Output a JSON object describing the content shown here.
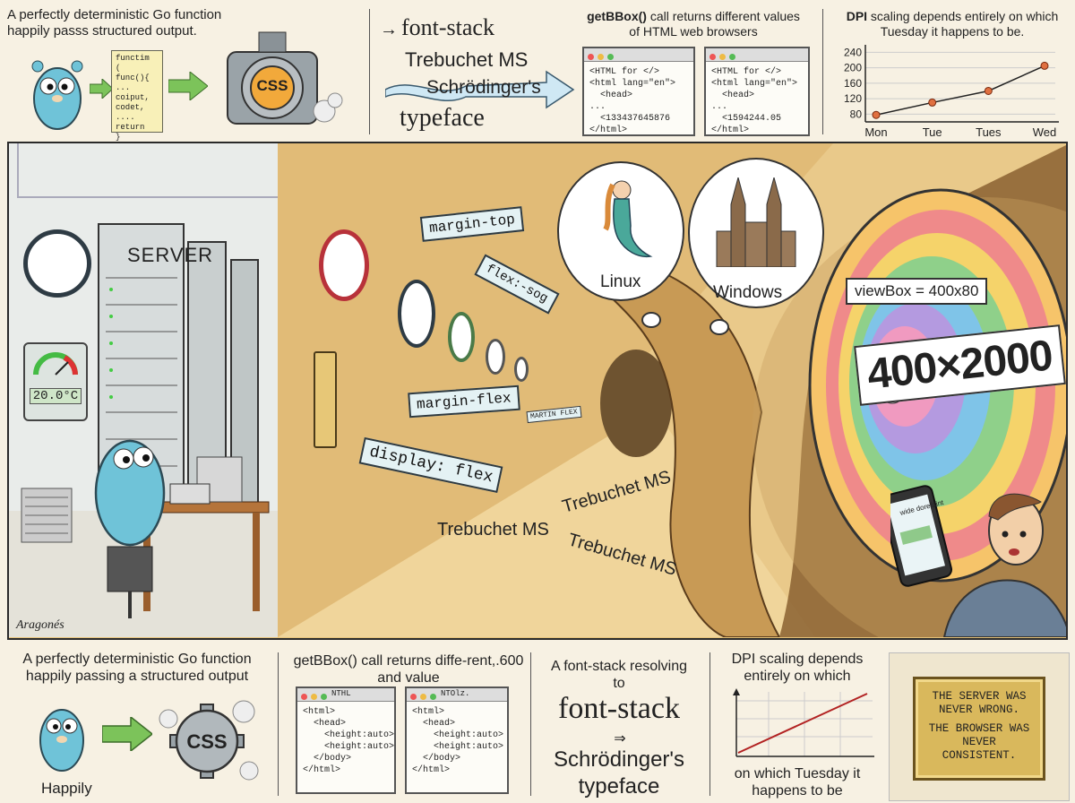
{
  "top": {
    "p1_caption": "A perfectly deterministic Go function happily passs structured output.",
    "p1_code": [
      "functim (",
      "func(){",
      "...",
      "coiput,",
      "codet,",
      "....",
      "return",
      "}"
    ],
    "p1_css": "CSS",
    "p2_lines": [
      "font-stack",
      "Trebuchet MS",
      "Schrödinger's",
      "typeface"
    ],
    "p3_caption_bold": "getBBox()",
    "p3_caption_rest": " call returns different values of HTML web browsers",
    "p3_browser_a": [
      "<HTML for </>",
      "<html lang=\"en\">",
      "  <head>",
      "...",
      "  <133437645876",
      "</html>"
    ],
    "p3_browser_b": [
      "<HTML for </>",
      "<html lang=\"en\">",
      "  <head>",
      "...",
      "  <1594244.05",
      "</html>"
    ],
    "p4_caption_bold": "DPI",
    "p4_caption_rest": " scaling depends entirely on which Tuesday it happens to be."
  },
  "chart_data": {
    "type": "line",
    "categories": [
      "Mon",
      "Tue",
      "Tues",
      "Wed"
    ],
    "values": [
      78,
      110,
      140,
      205
    ],
    "yticks": [
      80,
      120,
      160,
      200,
      240
    ],
    "ylim": [
      60,
      250
    ]
  },
  "middle": {
    "server_label": "SERVER",
    "thermostat": "20.0°C",
    "tags": [
      "margin-top",
      "flex:-sog",
      "margin-flex",
      "display: flex"
    ],
    "small_tag": "MARTIN FLEX",
    "fonts": [
      "Trebuchet MS",
      "Trebuchet MS",
      "Trebuchet MS"
    ],
    "thought_linux": "Linux",
    "thought_windows": "Windows",
    "viewbox": "viewBox = 400x80",
    "big_size": "400×2000",
    "phone_text": "wide dorefaint",
    "signature": "Aragonés"
  },
  "bottom": {
    "p1_caption": "A perfectly deterministic Go function happily passing a structured output",
    "p1_happy": "Happily",
    "p1_css": "CSS",
    "p2_caption": "getBBox() call returns diffe-rent,.600 and value",
    "p2_tab_a": "NTHL",
    "p2_tab_b": "NTOlz.",
    "p2_code": [
      "<html>",
      "  <head>",
      "    <height:auto>",
      "    <height:auto>",
      "  </body>",
      "</html>"
    ],
    "p3_small": "A font-stack resolving to",
    "p3_big": "font-stack",
    "p3_arrow": "⇒",
    "p3_schro": "Schrödinger's",
    "p3_typeface": "typeface",
    "p4_top": "DPI scaling depends entirely on which",
    "p4_bottom": "on which Tuesday it happens to be",
    "plaque_1": "THE SERVER WAS NEVER WRONG.",
    "plaque_2": "THE BROWSER WAS NEVER CONSISTENT."
  },
  "colors": {
    "gopher": "#6fc3d8",
    "arrow_green": "#7cc35a",
    "css_orange": "#f2a93b",
    "tunnel": "#e6c37a",
    "chart_line": "#b22222",
    "plaque": "#d9b85c"
  }
}
